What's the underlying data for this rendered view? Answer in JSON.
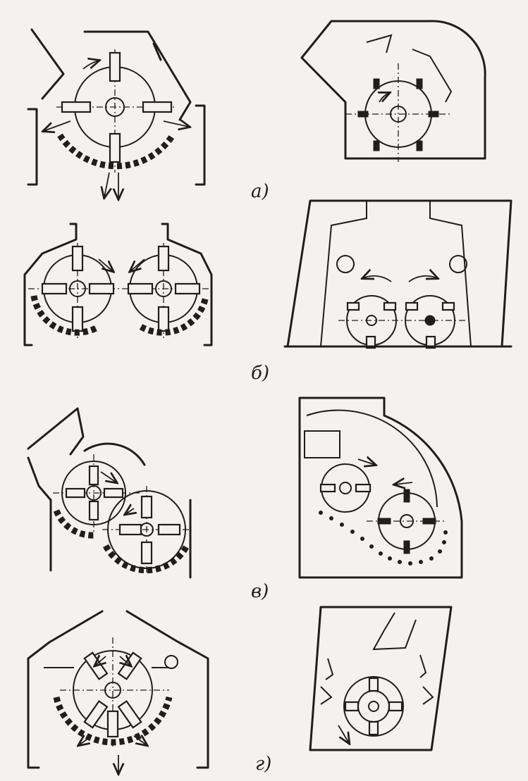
{
  "figure": {
    "panels": [
      {
        "id": "a",
        "label": "а)"
      },
      {
        "id": "b",
        "label": "б)"
      },
      {
        "id": "v",
        "label": "в)"
      },
      {
        "id": "g",
        "label": "г)"
      }
    ],
    "ink_color": "#1e1e1e",
    "paper_color": "#f4f2ee"
  }
}
